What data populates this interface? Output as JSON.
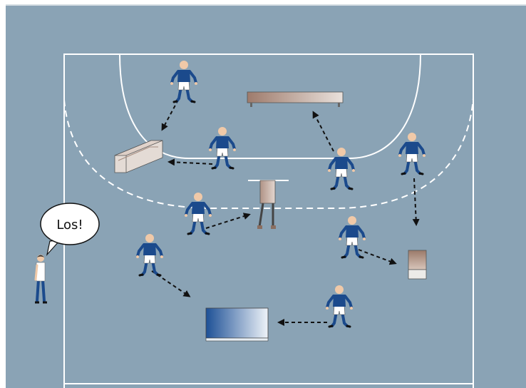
{
  "colors": {
    "court": "#8aa3b5",
    "lines": "#ffffff",
    "jersey": "#1b4a8c",
    "arrow": "#111111"
  },
  "coach": {
    "speech": "Los!"
  },
  "players": [
    {
      "label": "player-top-left"
    },
    {
      "label": "player-center-left"
    },
    {
      "label": "player-center-right"
    },
    {
      "label": "player-right-top"
    },
    {
      "label": "player-mid-left"
    },
    {
      "label": "player-lower-left"
    },
    {
      "label": "player-mid-right"
    },
    {
      "label": "player-bottom-center"
    }
  ],
  "equipment": [
    {
      "kind": "bench"
    },
    {
      "kind": "box"
    },
    {
      "kind": "vaulting-buck"
    },
    {
      "kind": "small-box"
    },
    {
      "kind": "blue-mat"
    }
  ]
}
